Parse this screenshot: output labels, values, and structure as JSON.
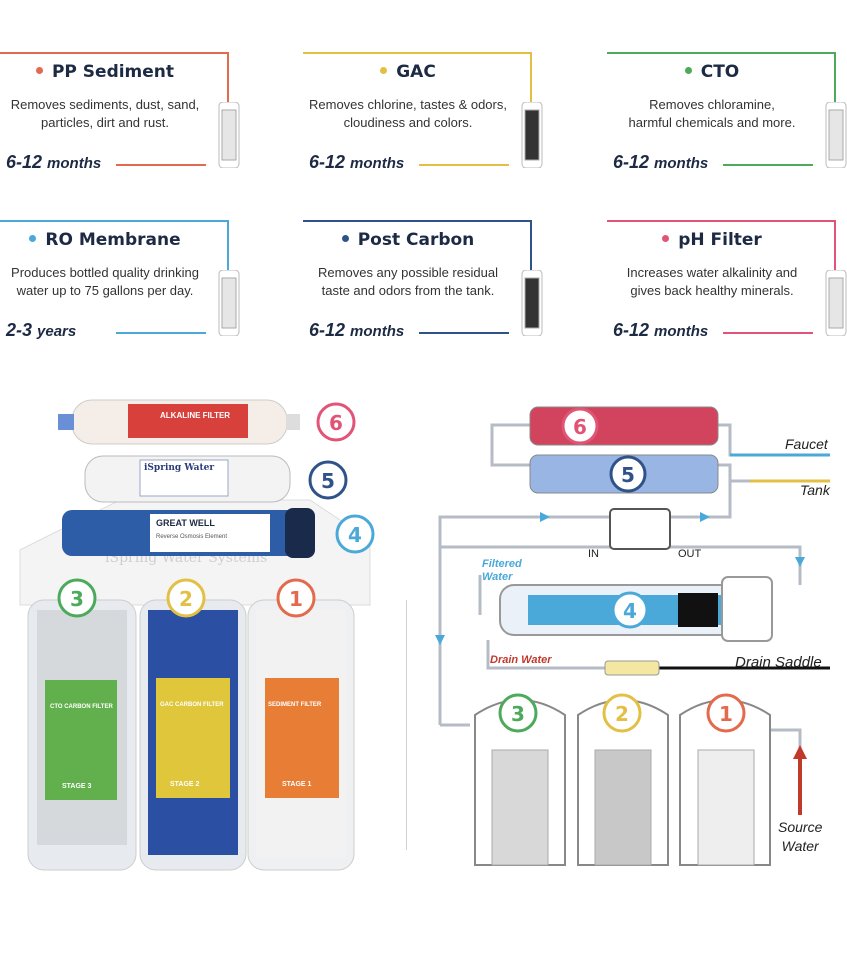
{
  "filters": [
    {
      "name": "PP Sediment",
      "desc1": "Removes sediments, dust, sand,",
      "desc2": "particles, dirt and rust.",
      "duration": "6-12",
      "unit": "months",
      "color": "#e36a4d"
    },
    {
      "name": "GAC",
      "desc1": "Removes chlorine, tastes & odors,",
      "desc2": "cloudiness and colors.",
      "duration": "6-12",
      "unit": "months",
      "color": "#e3c043"
    },
    {
      "name": "CTO",
      "desc1": "Removes chloramine,",
      "desc2": "harmful chemicals and more.",
      "duration": "6-12",
      "unit": "months",
      "color": "#4caa5a"
    },
    {
      "name": "RO Membrane",
      "desc1": "Produces bottled quality drinking",
      "desc2": "water up to 75 gallons per day.",
      "duration": "2-3",
      "unit": "years",
      "color": "#4aa9d8"
    },
    {
      "name": "Post Carbon",
      "desc1": "Removes any possible residual",
      "desc2": "taste and odors from the tank.",
      "duration": "6-12",
      "unit": "months",
      "color": "#2f5289"
    },
    {
      "name": "pH Filter",
      "desc1": "Increases water alkalinity and",
      "desc2": "gives back healthy minerals.",
      "duration": "6-12",
      "unit": "months",
      "color": "#e25476"
    }
  ],
  "photo": {
    "stage_numbers": [
      "1",
      "2",
      "3",
      "4",
      "5",
      "6"
    ],
    "labels": {
      "alkaline": "ALKALINE FILTER",
      "ispring": "iSpring Water",
      "greatwell": "GREAT WELL",
      "ro": "Reverse Osmosis Element",
      "brand": "iSpring Water Systems",
      "cto": "CTO CARBON FILTER",
      "gac": "GAC CARBON FILTER",
      "sed": "SEDIMENT FILTER",
      "stage3": "STAGE 3",
      "stage2": "STAGE 2",
      "stage1": "STAGE 1"
    }
  },
  "diagram": {
    "faucet": "Faucet",
    "tank": "Tank",
    "in": "IN",
    "out": "OUT",
    "filtered1": "Filtered",
    "filtered2": "Water",
    "drain_water": "Drain Water",
    "drain_saddle": "Drain Saddle",
    "source1": "Source",
    "source2": "Water"
  },
  "colors": {
    "navy": "#1d2a44",
    "red": "#e36a4d",
    "yellow": "#e3c043",
    "green": "#4caa5a",
    "cyan": "#4aa9d8",
    "blue": "#2f5289",
    "pink": "#e25476"
  }
}
